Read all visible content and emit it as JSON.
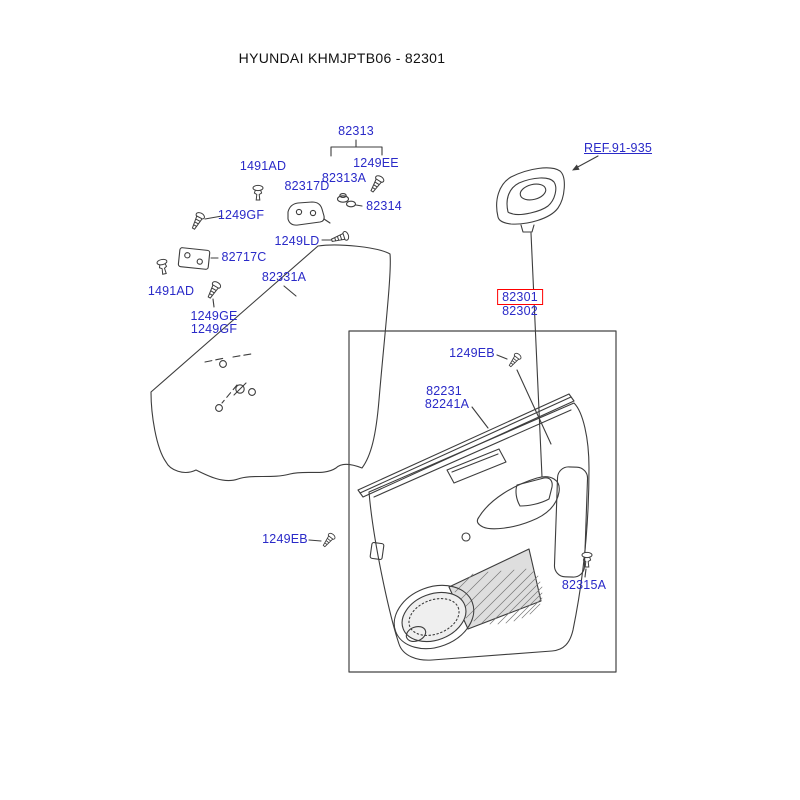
{
  "title": "HYUNDAI KHMJPTB06 - 82301",
  "colors": {
    "label": "#2a2ac8",
    "highlight_box": "#ff0000",
    "line": "#3d3d3d"
  },
  "diagram": {
    "highlighted_part": "82301",
    "reference_callout": "REF.91-935"
  },
  "labels": [
    {
      "id": "82313",
      "text": "82313"
    },
    {
      "id": "1491AD-a",
      "text": "1491AD"
    },
    {
      "id": "1249EE",
      "text": "1249EE"
    },
    {
      "id": "82313A",
      "text": "82313A"
    },
    {
      "id": "82317D",
      "text": "82317D"
    },
    {
      "id": "82314",
      "text": "82314"
    },
    {
      "id": "1249GF-a",
      "text": "1249GF"
    },
    {
      "id": "1249LD",
      "text": "1249LD"
    },
    {
      "id": "82717C",
      "text": "82717C"
    },
    {
      "id": "82331A",
      "text": "82331A"
    },
    {
      "id": "1491AD-b",
      "text": "1491AD"
    },
    {
      "id": "1249GE",
      "text": "1249GE"
    },
    {
      "id": "1249GF-b",
      "text": "1249GF"
    },
    {
      "id": "REF",
      "text": "REF.91-935",
      "underlined": true
    },
    {
      "id": "82301",
      "text": "82301",
      "highlighted": true
    },
    {
      "id": "82302",
      "text": "82302"
    },
    {
      "id": "1249EB-a",
      "text": "1249EB"
    },
    {
      "id": "82231",
      "text": "82231"
    },
    {
      "id": "82241A",
      "text": "82241A"
    },
    {
      "id": "1249EB-b",
      "text": "1249EB"
    },
    {
      "id": "82315A",
      "text": "82315A"
    }
  ]
}
